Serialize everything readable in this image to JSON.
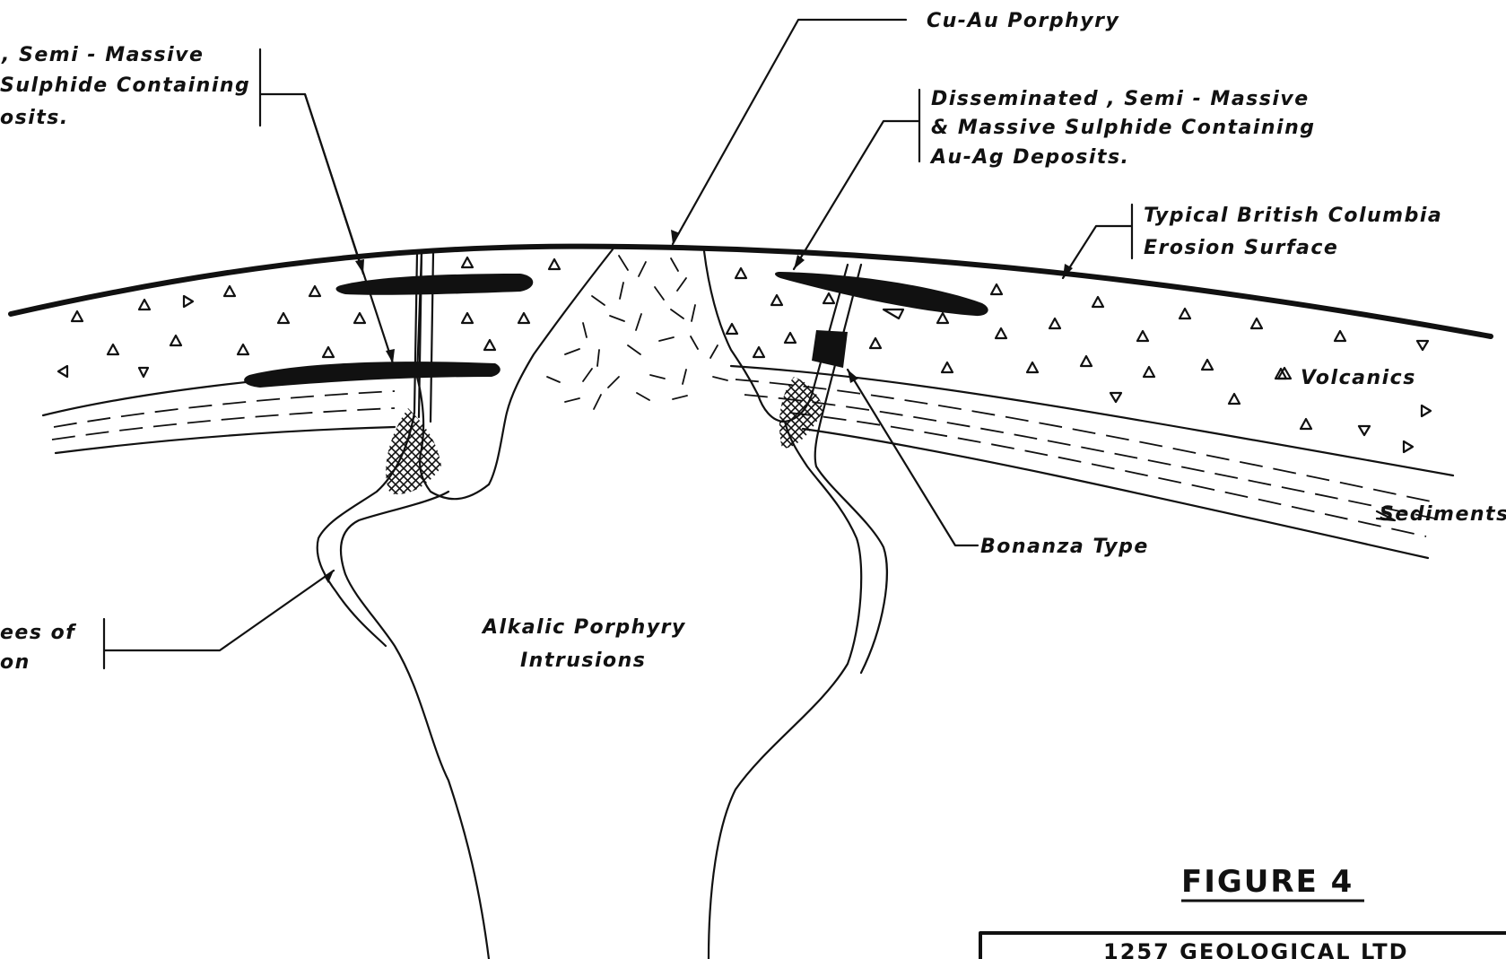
{
  "figure": {
    "title": "FIGURE 4",
    "company": "1257 GEOLOGICAL LTD"
  },
  "labels": {
    "cu_au_porphyry": "Cu-Au Porphyry",
    "left_deposit_line1": ", Semi - Massive",
    "left_deposit_line2": "Sulphide Containing",
    "left_deposit_line3": "osits.",
    "right_deposit_line1": "Disseminated , Semi - Massive",
    "right_deposit_line2": "& Massive Sulphide Containing",
    "right_deposit_line3": "Au-Ag Deposits.",
    "erosion_line1": "Typical British Columbia",
    "erosion_line2": "Erosion Surface",
    "volcanics": "Volcanics",
    "sediments": "Sediments",
    "bonanza": "Bonanza Type",
    "alteration_line1": "ees of",
    "alteration_line2": "on",
    "intrusion_line1": "Alkalic Porphyry",
    "intrusion_line2": "Intrusions"
  },
  "colors": {
    "ink": "#111111",
    "paper": "#ffffff"
  }
}
